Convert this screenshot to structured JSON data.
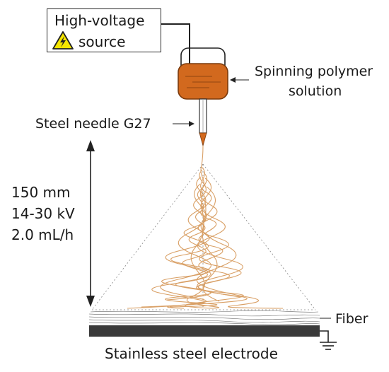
{
  "labels": {
    "source_line1": "High-voltage",
    "source_line2": "source",
    "solution_line1": "Spinning polymer",
    "solution_line2": "solution",
    "needle": "Steel needle G27",
    "distance": "150 mm",
    "voltage": "14-30 kV",
    "flow_rate": "2.0 mL/h",
    "fiber": "Fiber",
    "electrode": "Stainless steel electrode"
  },
  "icons": {
    "warning": "high-voltage-warning-icon",
    "ground": "ground-icon"
  },
  "colors": {
    "solution": "#d2691e",
    "fiber": "#d9a066",
    "electrode": "#3a3a3a",
    "warning_fill": "#f6e600"
  }
}
